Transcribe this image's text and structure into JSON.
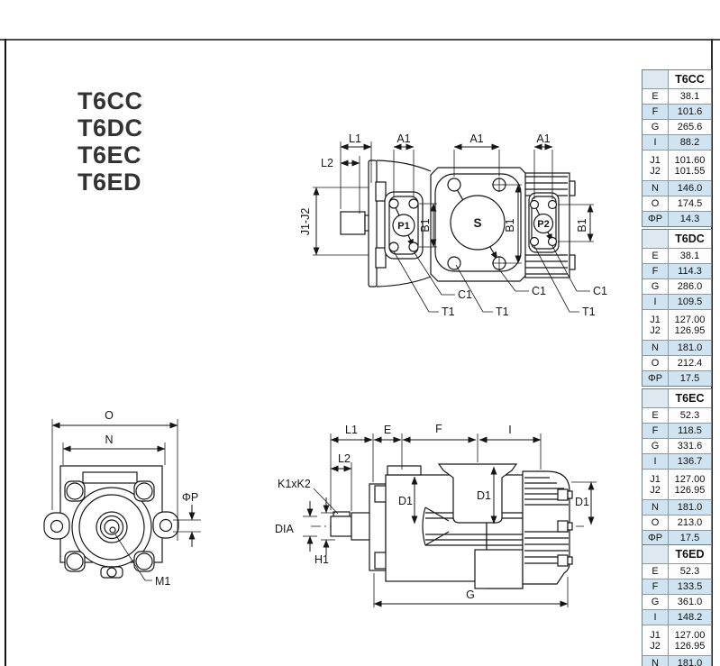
{
  "models": [
    "T6CC",
    "T6DC",
    "T6EC",
    "T6ED"
  ],
  "labels": {
    "l1": "L1",
    "l2": "L2",
    "a1": "A1",
    "j1j2": "J1-J2",
    "b1": "B1",
    "c1": "C1",
    "t1": "T1",
    "p1": "P1",
    "s": "S",
    "p2": "P2",
    "o": "O",
    "n": "N",
    "phip": "ΦP",
    "m1": "M1",
    "e": "E",
    "f": "F",
    "i": "I",
    "k1k2": "K1xK2",
    "dia": "DIA",
    "h1": "H1",
    "d1": "D1",
    "g": "G"
  },
  "tables": [
    {
      "title": "T6CC",
      "rows": [
        [
          "E",
          "38.1"
        ],
        [
          "F",
          "101.6"
        ],
        [
          "G",
          "265.6"
        ],
        [
          "I",
          "88.2"
        ],
        [
          "J1",
          "101.60"
        ],
        [
          "J2",
          "101.55"
        ],
        [
          "N",
          "146.0"
        ],
        [
          "O",
          "174.5"
        ],
        [
          "ΦP",
          "14.3"
        ]
      ]
    },
    {
      "title": "T6DC",
      "rows": [
        [
          "E",
          "38.1"
        ],
        [
          "F",
          "114.3"
        ],
        [
          "G",
          "286.0"
        ],
        [
          "I",
          "109.5"
        ],
        [
          "J1",
          "127.00"
        ],
        [
          "J2",
          "126.95"
        ],
        [
          "N",
          "181.0"
        ],
        [
          "O",
          "212.4"
        ],
        [
          "ΦP",
          "17.5"
        ]
      ]
    },
    {
      "title": "T6EC",
      "rows": [
        [
          "E",
          "52.3"
        ],
        [
          "F",
          "118.5"
        ],
        [
          "G",
          "331.6"
        ],
        [
          "I",
          "136.7"
        ],
        [
          "J1",
          "127.00"
        ],
        [
          "J2",
          "126.95"
        ],
        [
          "N",
          "181.0"
        ],
        [
          "O",
          "213.0"
        ],
        [
          "ΦP",
          "17.5"
        ]
      ]
    },
    {
      "title": "T6ED",
      "rows": [
        [
          "E",
          "52.3"
        ],
        [
          "F",
          "133.5"
        ],
        [
          "G",
          "361.0"
        ],
        [
          "I",
          "148.2"
        ],
        [
          "J1",
          "127.00"
        ],
        [
          "J2",
          "126.95"
        ],
        [
          "N",
          "181.0"
        ]
      ]
    }
  ]
}
